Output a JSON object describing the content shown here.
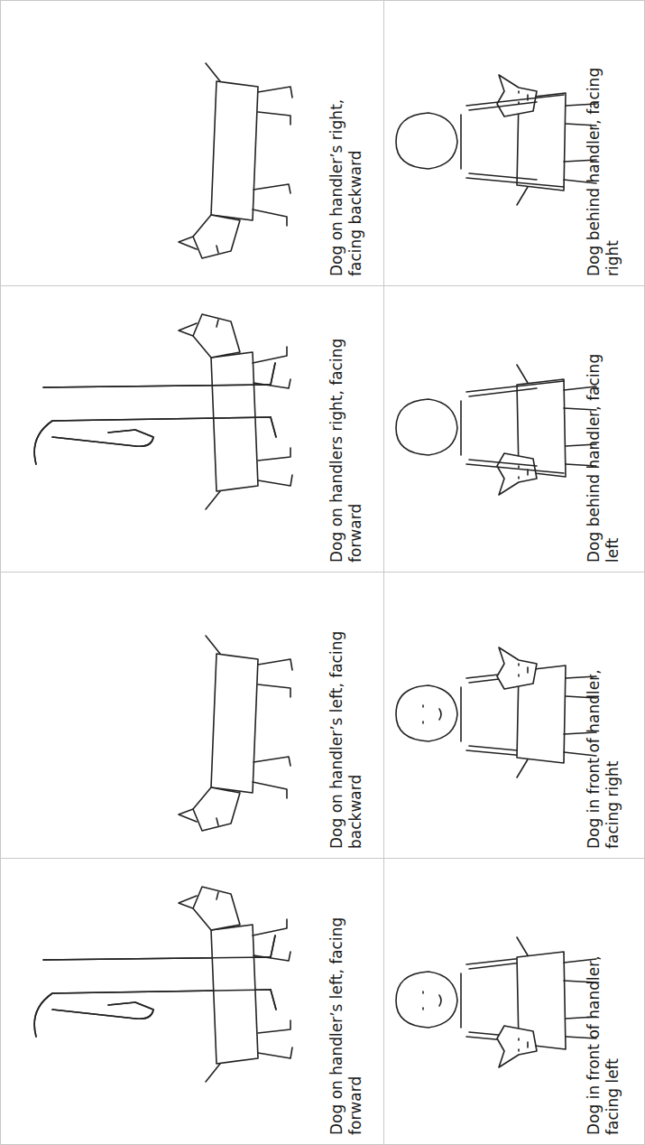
{
  "diagram": {
    "nodes": [
      {
        "text": [
          "Dog on handler’s left, facing forward"
        ]
      },
      {
        "text": [
          "Dog on handler’s left, facing backward"
        ]
      },
      {
        "text": [
          "Dog on handlers right, facing forward"
        ]
      },
      {
        "text": [
          "Dog on handler’s right, facing backward"
        ]
      },
      {
        "text": [
          "Dog in front of handler, facing left"
        ]
      },
      {
        "text": [
          "Dog in front of handler, facing right"
        ]
      },
      {
        "text": [
          "Dog behind handler, facing left"
        ]
      },
      {
        "text": [
          "Dog behind handler, facing right"
        ]
      }
    ]
  }
}
